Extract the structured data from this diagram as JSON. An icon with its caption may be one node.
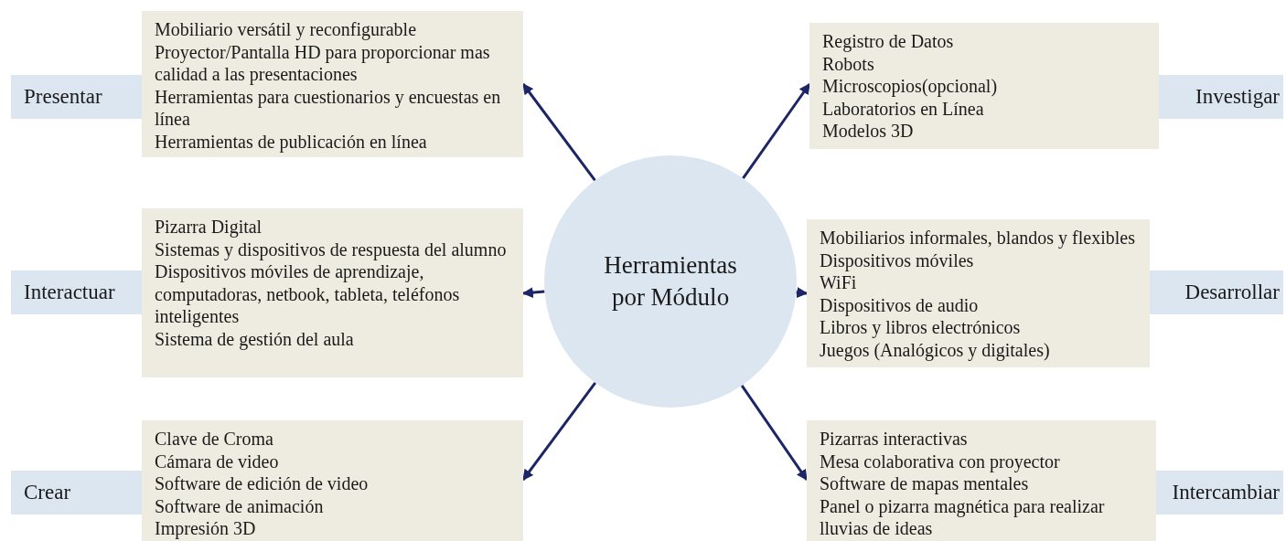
{
  "diagram": {
    "nodes": [
      {
        "text": [
          "Presentar"
        ]
      },
      {
        "text": [
          "Mobiliario versátil y reconfigurable",
          "Proyector/Pantalla HD para proporcionar mas calidad a las presentaciones",
          "Herramientas para cuestionarios y encuestas en línea",
          "Herramientas de publicación en línea"
        ]
      },
      {
        "text": [
          "Registro de Datos",
          "Robots",
          "Microscopios(opcional)",
          "Laboratorios en Línea",
          "Modelos 3D"
        ]
      },
      {
        "text": [
          "Investigar"
        ]
      },
      {
        "text": [
          "Herramientas por Módulo"
        ]
      },
      {
        "text": [
          "Interactuar"
        ]
      },
      {
        "text": [
          "Pizarra Digital",
          "Sistemas y dispositivos de respuesta del alumno",
          "Dispositivos móviles de aprendizaje, computadoras, netbook, tableta, teléfonos inteligentes",
          "Sistema de gestión del aula"
        ]
      },
      {
        "text": [
          "Mobiliarios informales, blandos y flexibles",
          "Dispositivos móviles",
          "WiFi",
          "Dispositivos de audio",
          "Libros y libros electrónicos",
          "Juegos (Analógicos y digitales)"
        ]
      },
      {
        "text": [
          "Desarrollar"
        ]
      },
      {
        "text": [
          "Crear"
        ]
      },
      {
        "text": [
          "Clave de Croma",
          "Cámara de video",
          "Software de edición de video",
          "Software de animación",
          "Impresión 3D"
        ]
      },
      {
        "text": [
          "Pizarras interactivas",
          "Mesa colaborativa con proyector",
          "Software de mapas mentales",
          "Panel o pizarra magnética para realizar lluvias de ideas"
        ]
      },
      {
        "text": [
          "Intercambiar"
        ]
      }
    ],
    "edges": [
      {
        "from": 4,
        "to": 1,
        "arrow": "to"
      },
      {
        "from": 4,
        "to": 2,
        "arrow": "to"
      },
      {
        "from": 4,
        "to": 6,
        "arrow": "to"
      },
      {
        "from": 4,
        "to": 7,
        "arrow": "to"
      },
      {
        "from": 4,
        "to": 10,
        "arrow": "to"
      },
      {
        "from": 4,
        "to": 11,
        "arrow": "to"
      }
    ]
  }
}
